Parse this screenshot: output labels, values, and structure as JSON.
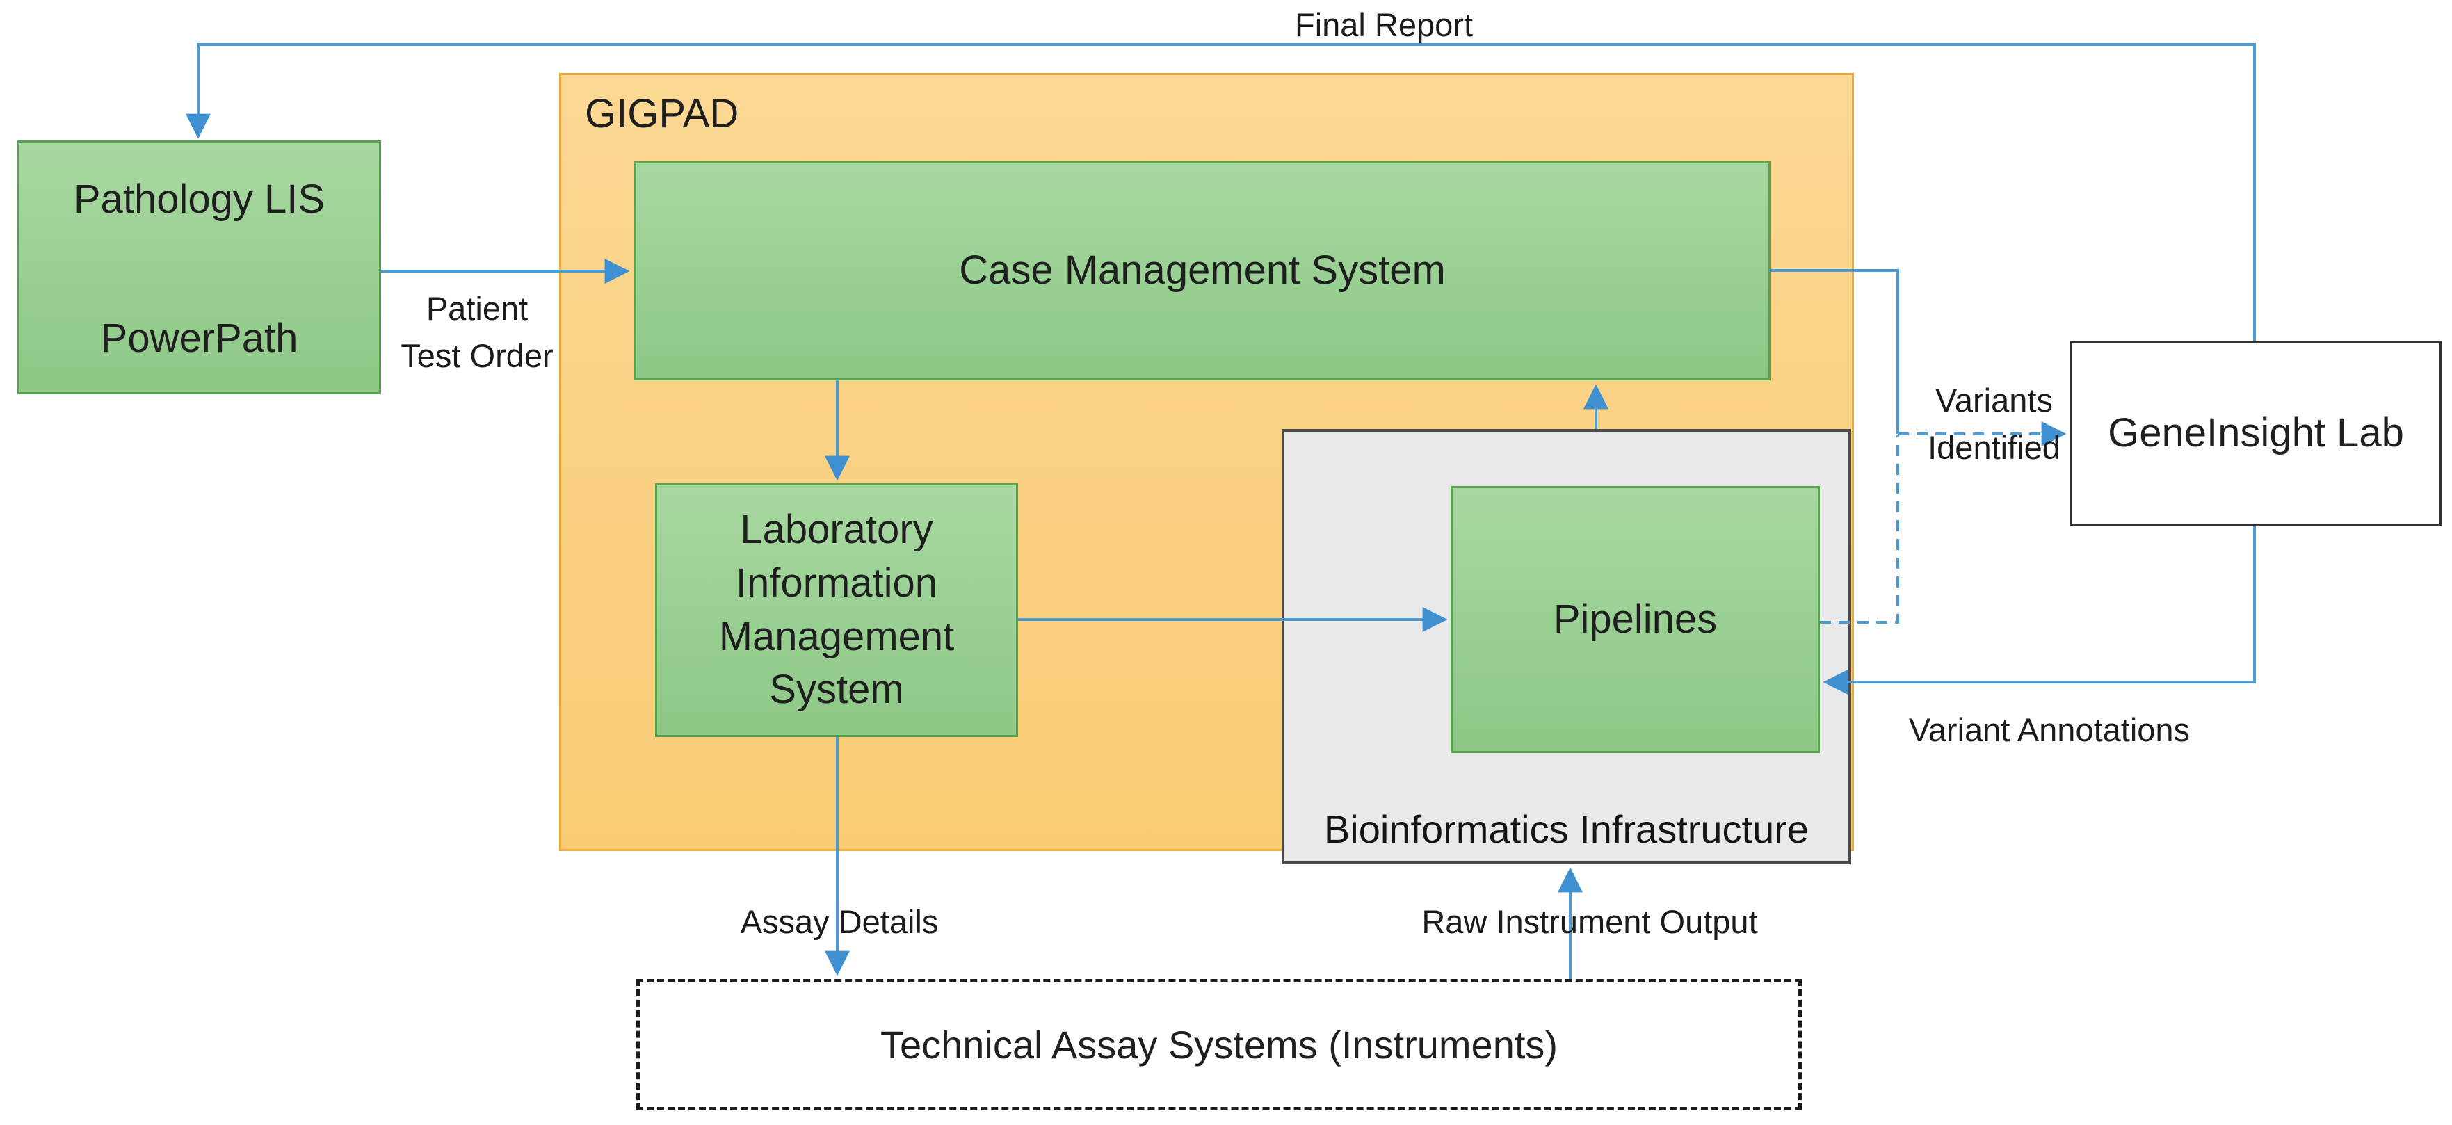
{
  "diagram": {
    "title": "Genomics laboratory systems integration diagram",
    "nodes": {
      "pathology": {
        "title": "Pathology LIS",
        "subtitle": "PowerPath"
      },
      "gigpad": {
        "label": "GIGPAD"
      },
      "cms": {
        "label": "Case Management System"
      },
      "lims": {
        "label": "Laboratory\nInformation\nManagement\nSystem"
      },
      "bioinformatics": {
        "label": "Bioinformatics Infrastructure"
      },
      "pipelines": {
        "label": "Pipelines"
      },
      "geneinsight": {
        "label": "GeneInsight Lab"
      },
      "instruments": {
        "label": "Technical Assay Systems (Instruments)"
      }
    },
    "edges": {
      "final_report": {
        "label": "Final Report",
        "from": "GeneInsight Lab",
        "to": "Pathology LIS",
        "style": "solid"
      },
      "patient_test_order": {
        "label": "Patient\nTest Order",
        "from": "Pathology LIS",
        "to": "Case Management System",
        "style": "solid"
      },
      "cms_to_lims": {
        "label": "",
        "from": "Case Management System",
        "to": "Laboratory Information Management System",
        "style": "solid"
      },
      "lims_to_pipelines": {
        "label": "",
        "from": "Laboratory Information Management System",
        "to": "Pipelines",
        "style": "solid"
      },
      "pipelines_to_cms": {
        "label": "",
        "from": "Bioinformatics Infrastructure",
        "to": "Case Management System",
        "style": "solid"
      },
      "variants_identified": {
        "label": "Variants\nIdentified",
        "from": "Case Management System / Pipelines",
        "to": "GeneInsight Lab",
        "style": "dashed"
      },
      "variant_annotations": {
        "label": "Variant Annotations",
        "from": "GeneInsight Lab",
        "to": "Pipelines",
        "style": "solid"
      },
      "assay_details": {
        "label": "Assay Details",
        "from": "Laboratory Information Management System",
        "to": "Technical Assay Systems (Instruments)",
        "style": "solid"
      },
      "raw_instrument_output": {
        "label": "Raw Instrument Output",
        "from": "Technical Assay Systems (Instruments)",
        "to": "Bioinformatics Infrastructure",
        "style": "solid"
      }
    },
    "colors": {
      "green_fill_top": "#a8d8a1",
      "green_fill_bottom": "#8dc886",
      "green_border": "#56a24e",
      "orange_fill_top": "#fcd894",
      "orange_fill_bottom": "#f9cb74",
      "orange_border": "#ecac3c",
      "gray_fill": "#eae9e9",
      "gray_border": "#4a4a4a",
      "black_box_border": "#333333",
      "dashed_box_border": "#1c1c1c",
      "arrow_blue": "#4c9bd5",
      "text": "#1f1f1f",
      "background": "#ffffff"
    }
  }
}
